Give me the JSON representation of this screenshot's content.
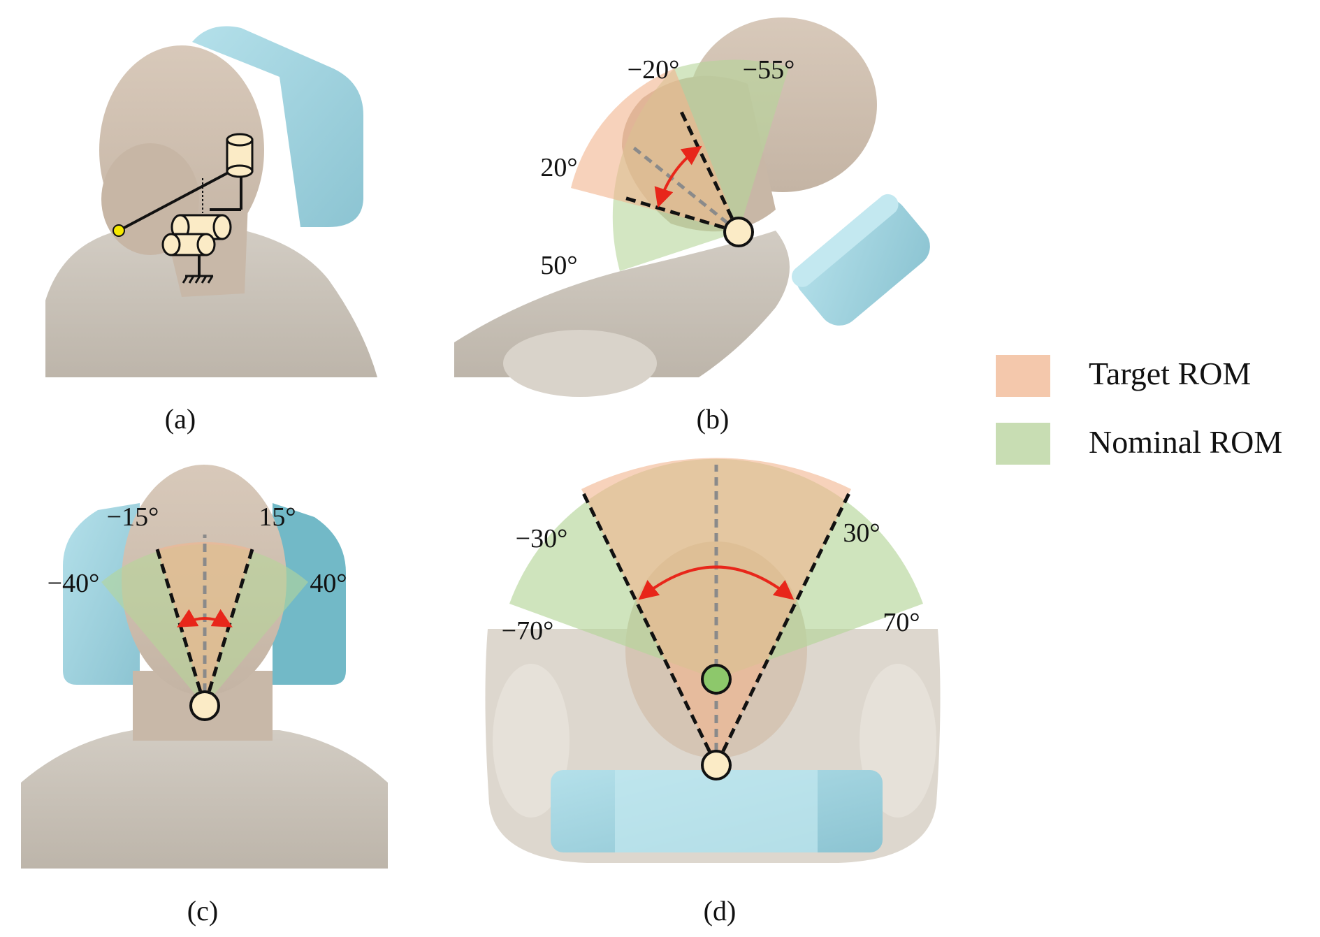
{
  "panels": {
    "a": {
      "caption": "(a)"
    },
    "b": {
      "caption": "(b)",
      "angles": [
        "−20°",
        "−55°",
        "20°",
        "50°"
      ]
    },
    "c": {
      "caption": "(c)",
      "angles": [
        "−15°",
        "15°",
        "−40°",
        "40°"
      ]
    },
    "d": {
      "caption": "(d)",
      "angles": [
        "−30°",
        "30°",
        "−70°",
        "70°"
      ]
    }
  },
  "legend": {
    "target": {
      "label": "Target ROM",
      "color": "#f4c8ac"
    },
    "nominal": {
      "label": "Nominal ROM",
      "color": "#c8ddb3"
    }
  },
  "colors": {
    "skin": "#cfc0b0",
    "body": "#c9c2b8",
    "headrest": "#9fd0dc",
    "joint": "#fbebc6",
    "arrow": "#e8261a"
  }
}
